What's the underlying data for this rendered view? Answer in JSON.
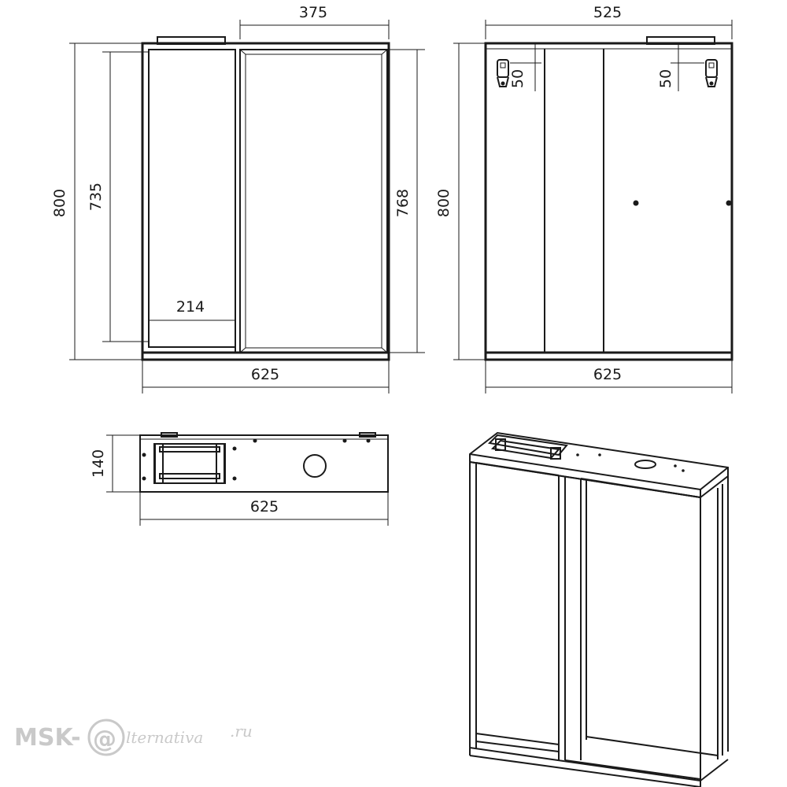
{
  "dimensions": {
    "front": {
      "mirror_width": "375",
      "overall_height": "800",
      "shelf_height": "735",
      "mirror_height": "768",
      "shelf_width": "214",
      "overall_width": "625"
    },
    "back": {
      "width_inner": "525",
      "overall_height": "800",
      "hanger_left": "50",
      "hanger_right": "50",
      "overall_width": "625"
    },
    "top": {
      "depth": "140",
      "width": "625"
    }
  },
  "watermark": {
    "prefix": "MSK-",
    "letter": "@",
    "suffix": "lternativa",
    "domain": ".ru"
  }
}
